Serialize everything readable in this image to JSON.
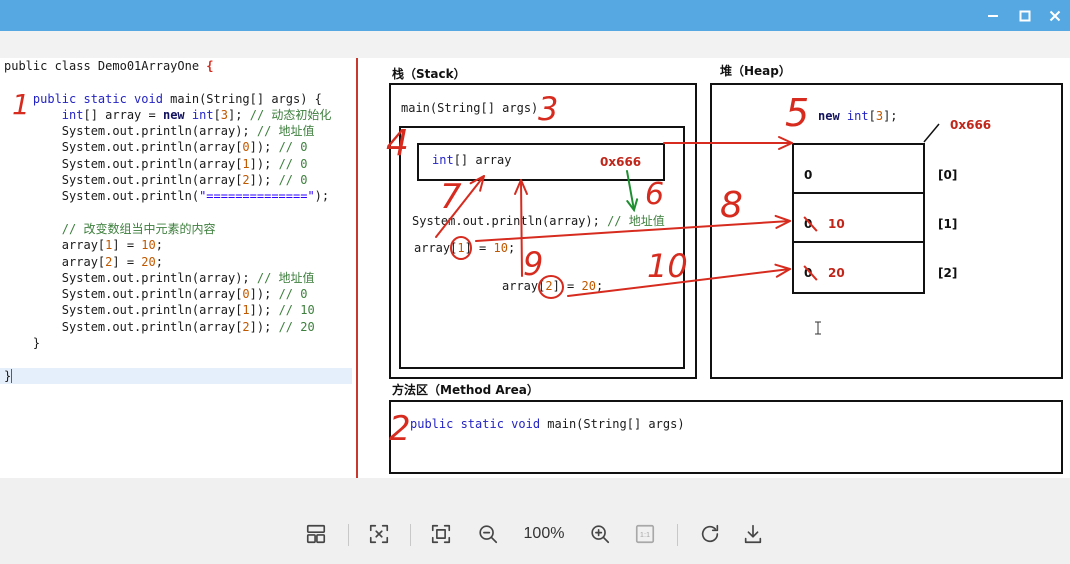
{
  "window": {
    "minimize_icon": "minimize-icon",
    "maximize_icon": "maximize-icon",
    "close_icon": "close-icon"
  },
  "colors": {
    "titlebar": "#55a8e2",
    "keyword": "#2424c4",
    "number": "#c05800",
    "comment": "#3d7f3d",
    "string": "#2a00ff",
    "annotation": "#d62b1e",
    "address": "#c0261a",
    "green_arrow": "#1e8f30",
    "divider": "#c8382d",
    "current_line": "#e5eefb",
    "toolbar_icon": "#454545"
  },
  "editor": {
    "lines": [
      {
        "tokens": [
          {
            "p": "public class Demo01ArrayOne "
          },
          {
            "br": "{"
          }
        ]
      },
      {
        "tokens": []
      },
      {
        "tokens": [
          {
            "kw": "    public static void"
          },
          {
            "p": " main(String[] args) {"
          }
        ]
      },
      {
        "tokens": [
          {
            "kw": "        int"
          },
          {
            "p": "[] array = "
          },
          {
            "b": "new"
          },
          {
            "kw": " int"
          },
          {
            "p": "["
          },
          {
            "n": "3"
          },
          {
            "p": "]; "
          },
          {
            "c": "// 动态初始化"
          }
        ]
      },
      {
        "tokens": [
          {
            "p": "        System.out.println(array); "
          },
          {
            "c": "// 地址值"
          }
        ]
      },
      {
        "tokens": [
          {
            "p": "        System.out.println(array["
          },
          {
            "n": "0"
          },
          {
            "p": "]); "
          },
          {
            "c": "// 0"
          }
        ]
      },
      {
        "tokens": [
          {
            "p": "        System.out.println(array["
          },
          {
            "n": "1"
          },
          {
            "p": "]); "
          },
          {
            "c": "// 0"
          }
        ]
      },
      {
        "tokens": [
          {
            "p": "        System.out.println(array["
          },
          {
            "n": "2"
          },
          {
            "p": "]); "
          },
          {
            "c": "// 0"
          }
        ]
      },
      {
        "tokens": [
          {
            "p": "        System.out.println("
          },
          {
            "s": "\"==============\""
          },
          {
            "p": ");"
          }
        ]
      },
      {
        "tokens": []
      },
      {
        "tokens": [
          {
            "c": "        // 改变数组当中元素的内容"
          }
        ]
      },
      {
        "tokens": [
          {
            "p": "        array["
          },
          {
            "n": "1"
          },
          {
            "p": "] = "
          },
          {
            "n": "10"
          },
          {
            "p": ";"
          }
        ]
      },
      {
        "tokens": [
          {
            "p": "        array["
          },
          {
            "n": "2"
          },
          {
            "p": "] = "
          },
          {
            "n": "20"
          },
          {
            "p": ";"
          }
        ]
      },
      {
        "tokens": [
          {
            "p": "        System.out.println(array); "
          },
          {
            "c": "// 地址值"
          }
        ]
      },
      {
        "tokens": [
          {
            "p": "        System.out.println(array["
          },
          {
            "n": "0"
          },
          {
            "p": "]); "
          },
          {
            "c": "// 0"
          }
        ]
      },
      {
        "tokens": [
          {
            "p": "        System.out.println(array["
          },
          {
            "n": "1"
          },
          {
            "p": "]); "
          },
          {
            "c": "// 10"
          }
        ]
      },
      {
        "tokens": [
          {
            "p": "        System.out.println(array["
          },
          {
            "n": "2"
          },
          {
            "p": "]); "
          },
          {
            "c": "// 20"
          }
        ]
      },
      {
        "tokens": [
          {
            "p": "    }"
          }
        ]
      },
      {
        "tokens": []
      },
      {
        "tokens": [
          {
            "p": "}"
          }
        ],
        "current": true
      }
    ]
  },
  "diagram": {
    "stack": {
      "label": "栈（Stack）",
      "frame_title": "main(String[] args)",
      "variable": [
        {
          "kw": "int"
        },
        {
          "p": "[] array"
        }
      ],
      "address": "0x666",
      "print_statement": [
        {
          "p": "System.out.println(array); "
        },
        {
          "c": "// 地址值"
        }
      ],
      "assign_1": [
        {
          "p": "array["
        },
        {
          "n": "1"
        },
        {
          "p": "] = "
        },
        {
          "n": "10"
        },
        {
          "p": ";"
        }
      ],
      "assign_2": [
        {
          "p": "array["
        },
        {
          "n": "2"
        },
        {
          "p": "] = "
        },
        {
          "n": "20"
        },
        {
          "p": ";"
        }
      ]
    },
    "heap": {
      "label": "堆（Heap）",
      "new_expression": [
        {
          "b": "new"
        },
        {
          "kw": " int"
        },
        {
          "p": "["
        },
        {
          "n": "3"
        },
        {
          "p": "];"
        }
      ],
      "address": "0x666",
      "cells": [
        {
          "value": "0",
          "index": "[0]"
        },
        {
          "value": "0",
          "crossed": true,
          "new_value": "10",
          "index": "[1]"
        },
        {
          "value": "0",
          "crossed": true,
          "new_value": "20",
          "index": "[2]"
        }
      ]
    },
    "method_area": {
      "label": "方法区（Method Area）",
      "signature": [
        {
          "kw": "public static void"
        },
        {
          "p": " main(String[] args)"
        }
      ]
    },
    "handwritten_marks": {
      "m1": "1",
      "m2": "2",
      "m3": "3",
      "m4": "4",
      "m5": "5",
      "m6": "6",
      "m7": "7",
      "m8": "8",
      "m9": "9",
      "m10": "10"
    }
  },
  "cursor_icon": "text-cursor-icon",
  "toolbar": {
    "layout_icon": "layout-icon",
    "fit_icon": "fit-to-window-icon",
    "fullscreen_icon": "fullscreen-icon",
    "zoom_out_icon": "zoom-out-icon",
    "zoom_level": "100%",
    "zoom_in_icon": "zoom-in-icon",
    "actual_size_label": "1:1",
    "rotate_icon": "rotate-icon",
    "download_icon": "download-icon"
  }
}
